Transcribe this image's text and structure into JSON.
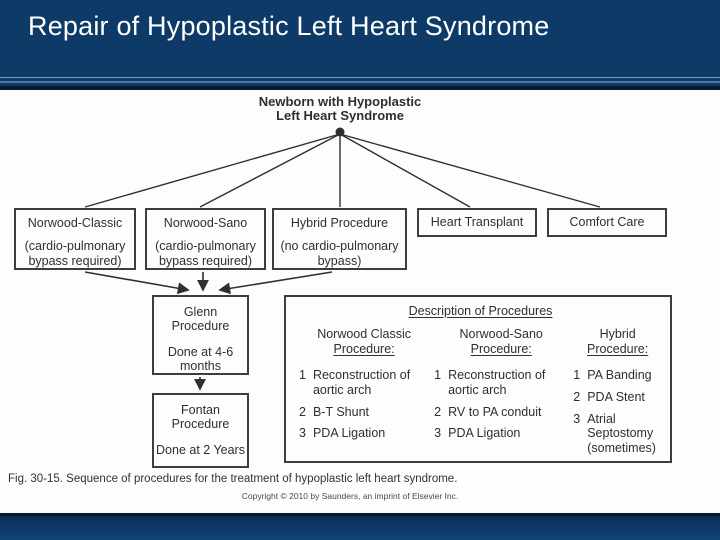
{
  "slide": {
    "title": "Repair of Hypoplastic Left Heart Syndrome"
  },
  "figure": {
    "root": {
      "line1": "Newborn with Hypoplastic",
      "line2": "Left Heart Syndrome"
    },
    "options": [
      {
        "label": "Norwood-Classic",
        "sub": "(cardio-pulmonary bypass required)"
      },
      {
        "label": "Norwood-Sano",
        "sub": "(cardio-pulmonary bypass required)"
      },
      {
        "label": "Hybrid Procedure",
        "sub": "(no cardio-pulmonary bypass)"
      },
      {
        "label": "Heart Transplant",
        "sub": ""
      },
      {
        "label": "Comfort Care",
        "sub": ""
      }
    ],
    "stages": [
      {
        "label": "Glenn Procedure",
        "timing": "Done at 4-6 months"
      },
      {
        "label": "Fontan Procedure",
        "timing": "Done at 2 Years"
      }
    ],
    "description": {
      "title": "Description of Procedures",
      "columns": [
        {
          "header_top": "Norwood Classic",
          "header_bottom": "Procedure:",
          "items": [
            {
              "n": "1",
              "text": "Reconstruction of aortic arch"
            },
            {
              "n": "2",
              "text": "B-T Shunt"
            },
            {
              "n": "3",
              "text": "PDA Ligation"
            }
          ]
        },
        {
          "header_top": "Norwood-Sano",
          "header_bottom": "Procedure:",
          "items": [
            {
              "n": "1",
              "text": "Reconstruction of aortic arch"
            },
            {
              "n": "2",
              "text": "RV to PA conduit"
            },
            {
              "n": "3",
              "text": "PDA Ligation"
            }
          ]
        },
        {
          "header_top": "Hybrid",
          "header_bottom": "Procedure:",
          "items": [
            {
              "n": "1",
              "text": "PA Banding"
            },
            {
              "n": "2",
              "text": "PDA Stent"
            },
            {
              "n": "3",
              "text": "Atrial Septostomy (sometimes)"
            }
          ]
        }
      ]
    },
    "caption": "Fig. 30-15. Sequence of procedures for the treatment of hypoplastic left heart syndrome.",
    "copyright": "Copyright © 2010 by Saunders, an imprint of Elsevier Inc."
  },
  "colors": {
    "header_bg": "#0d3a66",
    "header_rule": "#6d92b4",
    "header_band": "#0b1930",
    "footer_bg": "#0d3a66",
    "title_text": "#ffffff",
    "diagram_ink": "#2f2f2f"
  }
}
